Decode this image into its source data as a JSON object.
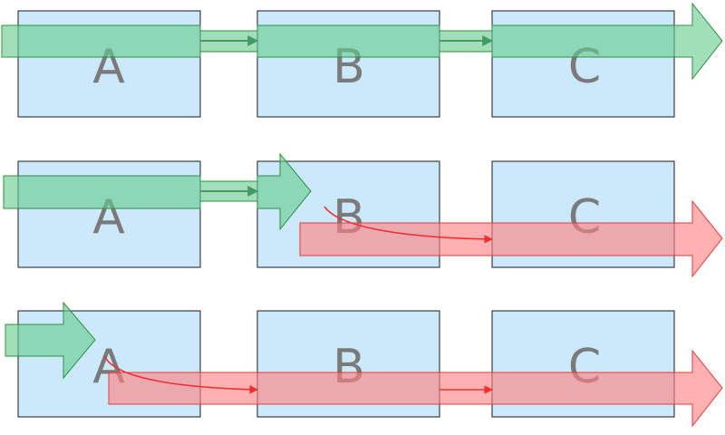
{
  "diagram": {
    "rows": [
      {
        "boxes": [
          "A",
          "B",
          "C"
        ]
      },
      {
        "boxes": [
          "A",
          "B",
          "C"
        ]
      },
      {
        "boxes": [
          "A",
          "B",
          "C"
        ]
      }
    ],
    "colors": {
      "box_fill": "#cce9fb",
      "green_band": "#66cc8f",
      "red_band": "#ff8080",
      "green_connector": "#0f4a16",
      "red_connector": "#f03030"
    }
  }
}
